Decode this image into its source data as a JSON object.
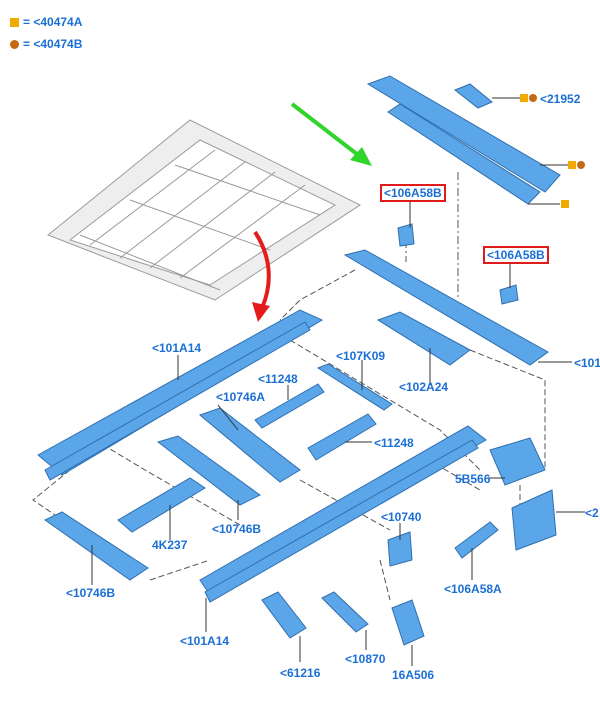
{
  "colors": {
    "square": "#f2a900",
    "circle": "#c46a12",
    "part": "#5aa6e8",
    "accent": "#1a6fd6"
  },
  "legend": [
    {
      "shape": "square",
      "text": "= <40474A"
    },
    {
      "shape": "circle",
      "text": "= <40474B"
    }
  ],
  "labels": {
    "top_ref": "<21952",
    "top_106_left": "<106A58B",
    "top_106_right": "<106A58B",
    "right_101": "<101",
    "rail_left_top": "<101A14",
    "cross_107": "<107K09",
    "cross_11248_a": "<11248",
    "cross_10746a": "<10746A",
    "part_102": "<102A24",
    "cross_11248_b": "<11248",
    "part_5b566": "5B566",
    "part_10740": "<10740",
    "part_4k237": "4K237",
    "cross_10746b": "<10746B",
    "right_edge": "<2",
    "part_106a": "<106A58A",
    "part_10746b_low": "<10746B",
    "rail_low": "<101A14",
    "part_61216": "<61216",
    "part_10870": "<10870",
    "part_16a": "16A506"
  }
}
